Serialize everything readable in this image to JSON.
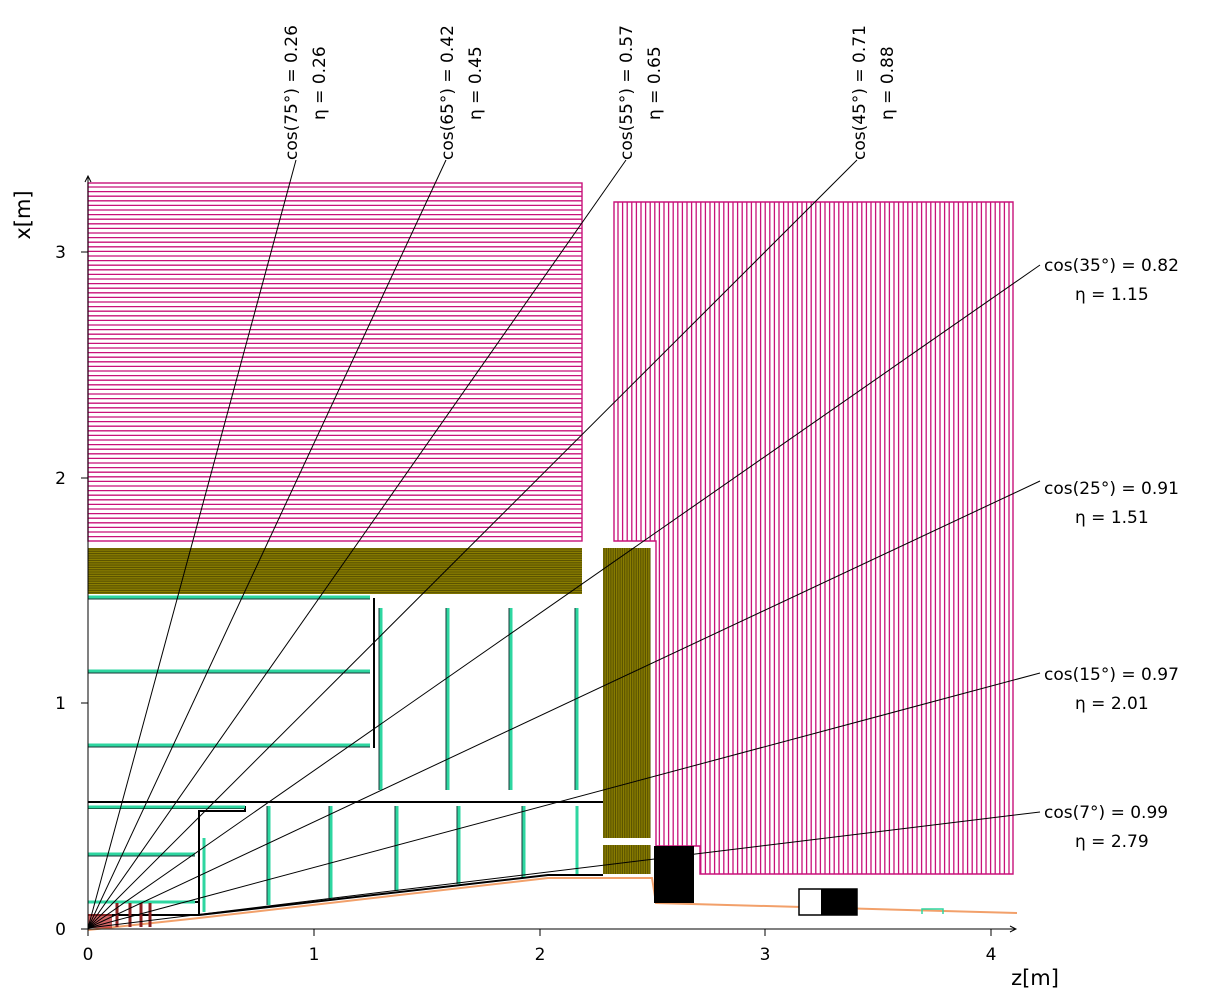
{
  "axes": {
    "x_title": "z[m]",
    "y_title": "x[m]",
    "x_ticks": [
      "0",
      "1",
      "2",
      "3",
      "4"
    ],
    "y_ticks": [
      "0",
      "1",
      "2",
      "3"
    ],
    "x_range_m": [
      0,
      4.1
    ],
    "y_range_m": [
      0,
      3.3
    ]
  },
  "angle_lines": [
    {
      "id": "75",
      "cos": "cos(75°) = 0.26",
      "eta": "η = 0.26"
    },
    {
      "id": "65",
      "cos": "cos(65°) = 0.42",
      "eta": "η = 0.45"
    },
    {
      "id": "55",
      "cos": "cos(55°) = 0.57",
      "eta": "η = 0.65"
    },
    {
      "id": "45",
      "cos": "cos(45°) = 0.71",
      "eta": "η = 0.88"
    },
    {
      "id": "35",
      "cos": "cos(35°) = 0.82",
      "eta": "η = 1.15"
    },
    {
      "id": "25",
      "cos": "cos(25°) = 0.91",
      "eta": "η = 1.51"
    },
    {
      "id": "15",
      "cos": "cos(15°) = 0.97",
      "eta": "η = 2.01"
    },
    {
      "id": "7",
      "cos": "cos(7°) = 0.99",
      "eta": "η = 2.79"
    }
  ],
  "colors": {
    "muon_layers": "#c8127a",
    "calorimeter": "#5a5200",
    "tracker_layers": "#2ed6a0",
    "beam_pipe": "#f2a06a",
    "structure": "#000000"
  }
}
